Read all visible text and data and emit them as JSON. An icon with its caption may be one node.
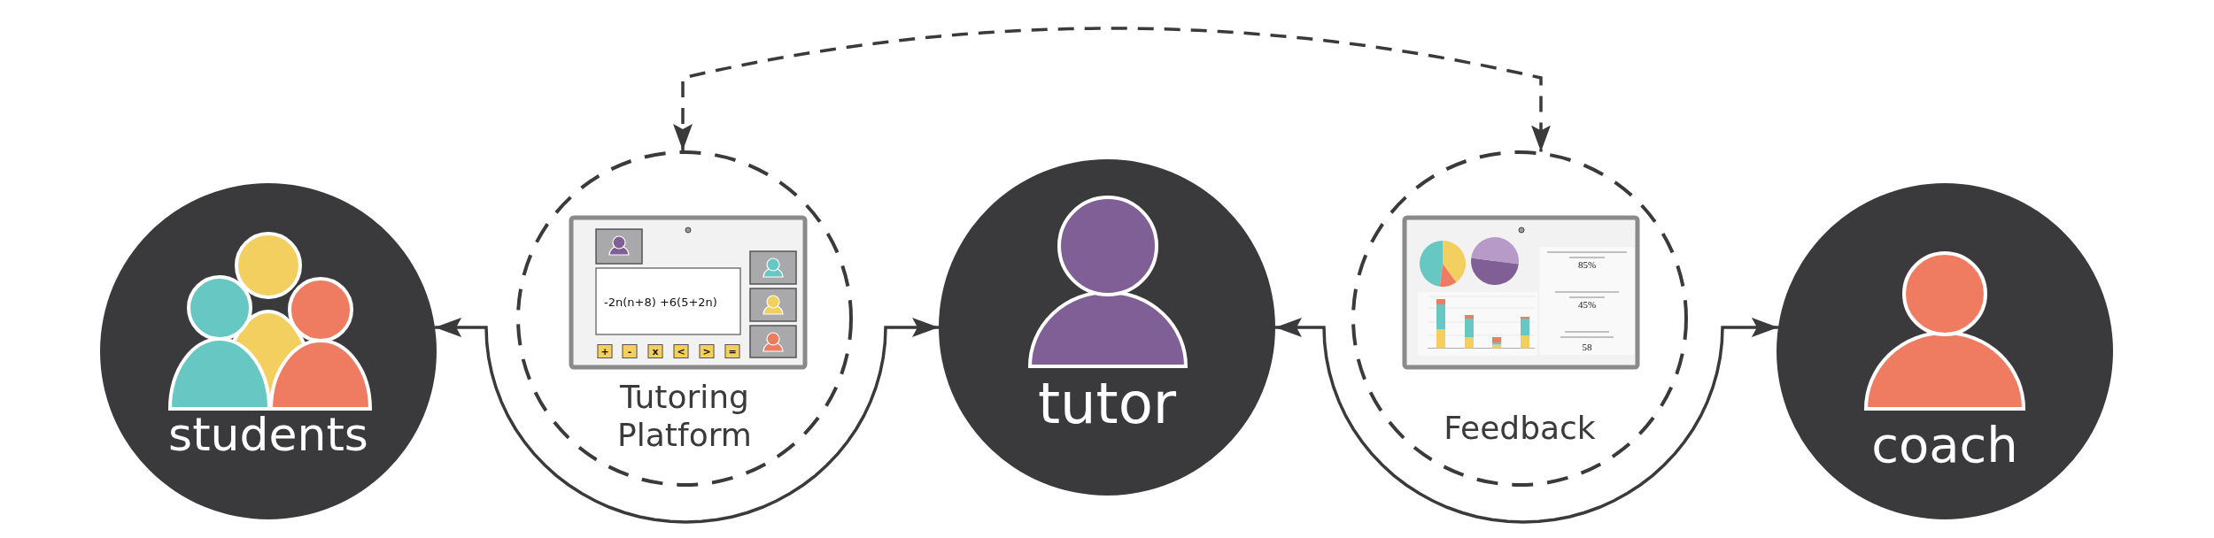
{
  "diagram": {
    "nodes": [
      {
        "text": [
          "students"
        ]
      },
      {
        "text": [
          "Tutoring Platform"
        ]
      },
      {
        "text": [
          "tutor"
        ]
      },
      {
        "text": [
          "Feedback"
        ]
      },
      {
        "text": [
          "coach"
        ]
      }
    ],
    "edges": [
      {
        "from": 0,
        "to": 2,
        "arrow": "both"
      },
      {
        "from": 2,
        "to": 4,
        "arrow": "both"
      },
      {
        "from": 1,
        "to": 3,
        "arrow": "both",
        "style": "dashed"
      }
    ],
    "labels": [
      "-2n(n+8) +6(5+2n)",
      "+",
      "-",
      "x",
      "<",
      ">",
      "=",
      "85%",
      "45%",
      "58"
    ]
  }
}
